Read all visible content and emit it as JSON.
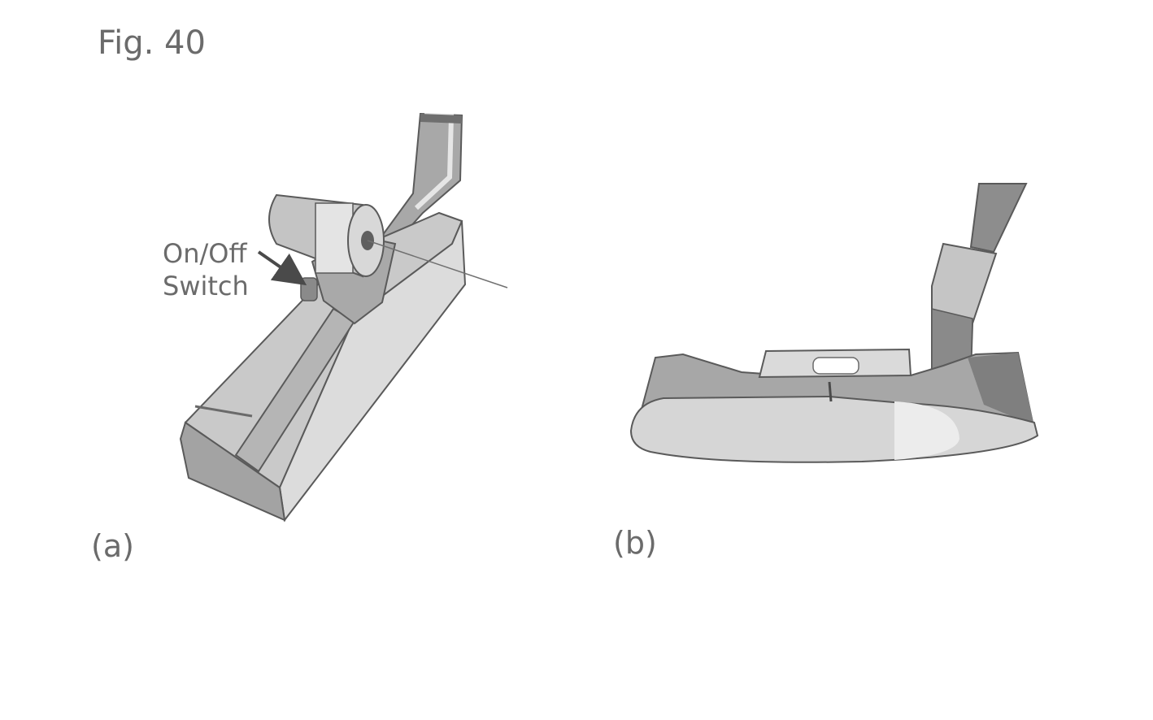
{
  "figure": {
    "title": "Fig. 40"
  },
  "panel_a": {
    "label": "(a)",
    "callout_line1": "On/Off",
    "callout_line2": "Switch"
  },
  "panel_b": {
    "label": "(b)"
  },
  "colors": {
    "text": "#6b6b6b",
    "outline": "#5a5a5a",
    "light": "#d6d6d6",
    "mid": "#bdbdbd",
    "dark": "#8f8f8f",
    "highlight": "#ececec"
  }
}
